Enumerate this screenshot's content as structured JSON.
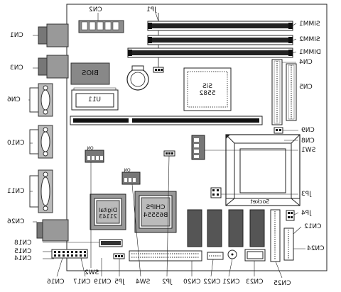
{
  "labels": {
    "CN1": "CN1",
    "CN2": "CN2",
    "CN3": "CN3",
    "CN4": "CN4",
    "CN5": "CN5",
    "CN6": "CN6",
    "CN8": "CN8",
    "CN9": "CN9",
    "CN10": "CN10",
    "CN11": "CN11",
    "CN12": "CN12",
    "CN14": "CN14",
    "CN15": "CN15",
    "CN16": "CN16",
    "CN17": "CN17",
    "CN18": "CN18",
    "CN19": "CN19",
    "CN20": "CN20",
    "CN21": "CN21",
    "CN22": "CN22",
    "CN23": "CN23",
    "CN24": "CN24",
    "CN25": "CN25",
    "CN26": "CN26",
    "JP1": "JP1",
    "JP2": "JP2",
    "JP3": "JP3",
    "JP4": "JP4",
    "JP5": "JP5",
    "SW1": "SW1",
    "SW2": "SW2",
    "SW4": "SW4",
    "SIMM1": "SIMM1",
    "SIMM2": "SIMM2",
    "DIMM1": "DIMM1"
  },
  "chips": {
    "bios": "BIOS",
    "u11": "U11",
    "sis_line1": "SiS",
    "sis_line2": "5582",
    "chips_line1": "CHIPS",
    "chips_line2": "B65554",
    "digital_line1": "Digital",
    "digital_line2": "21143",
    "socket": "Socket"
  },
  "switch_text": {
    "on": "ON"
  }
}
